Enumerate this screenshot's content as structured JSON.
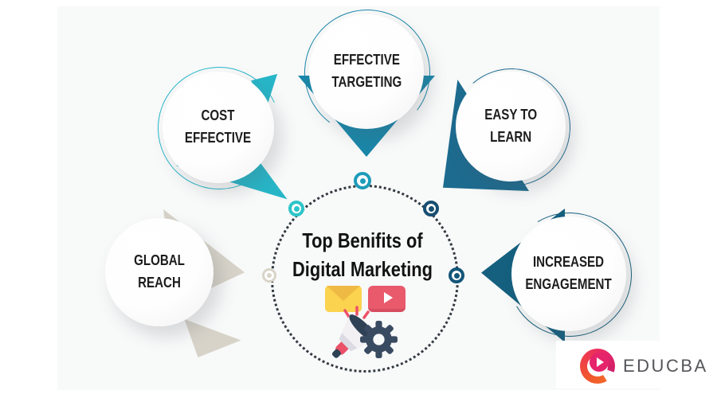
{
  "title": {
    "line1": "Top Benifits of",
    "line2": "Digital Marketing"
  },
  "benefits": [
    {
      "id": "cost-effective",
      "label_line1": "COST",
      "label_line2": "EFFECTIVE",
      "accent": "#27b6c8"
    },
    {
      "id": "effective-targeting",
      "label_line1": "EFFECTIVE",
      "label_line2": "TARGETING",
      "accent": "#1a87a9"
    },
    {
      "id": "easy-to-learn",
      "label_line1": "EASY TO",
      "label_line2": "LEARN",
      "accent": "#1d6b8f"
    },
    {
      "id": "increased-engagement",
      "label_line1": "INCREASED",
      "label_line2": "ENGAGEMENT",
      "accent": "#15607f"
    },
    {
      "id": "global-reach",
      "label_line1": "GLOBAL",
      "label_line2": "REACH",
      "accent": "#d7d3c9"
    }
  ],
  "ring_markers": [
    {
      "position": "top",
      "color": "#1d9cba"
    },
    {
      "position": "upper-left",
      "color": "#2cc5c9"
    },
    {
      "position": "upper-right",
      "color": "#174e71"
    },
    {
      "position": "left",
      "color": "#d8d4c8"
    },
    {
      "position": "right",
      "color": "#14567a"
    }
  ],
  "center_icons": {
    "envelope": {
      "body": "#fbd34f",
      "flap": "#efba43"
    },
    "video_play": {
      "body": "#e85a6c",
      "shade": "#d64e60",
      "glyph": "#ffffff"
    },
    "megaphone": {
      "cone": "#f2f0f3",
      "cone_shade": "#dcdae2",
      "mouth": "#2f4154",
      "handle": "#ea5168",
      "sparks": "#ef5068"
    },
    "gear": {
      "color": "#394b61"
    }
  },
  "brand": {
    "name": "EDUCBA",
    "text_color": "#54565a",
    "logo_colors": {
      "orange_red": "#f1582b",
      "magenta": "#e6246b"
    }
  },
  "canvas": {
    "background": "#f8f9f9",
    "dot_color": "#333b42",
    "text_color": "#121212"
  }
}
